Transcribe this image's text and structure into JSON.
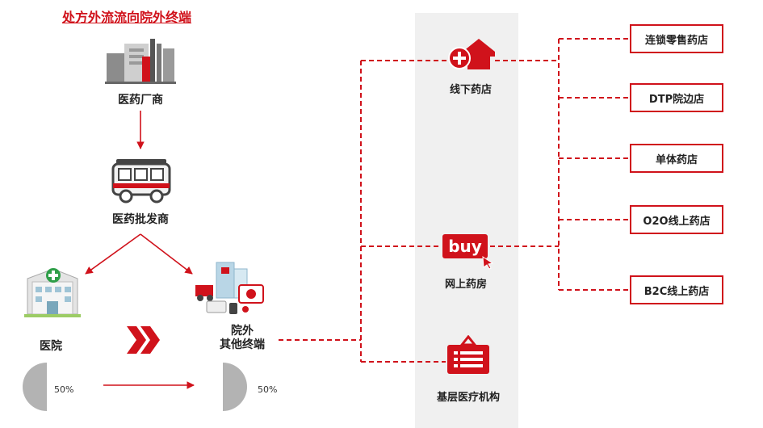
{
  "title": "处方外流流向院外终端",
  "nodes": {
    "manufacturer": "医药厂商",
    "wholesaler": "医药批发商",
    "hospital": "医院",
    "outside_terminal_line1": "院外",
    "outside_terminal_line2": "其他终端",
    "offline_pharmacy": "线下药店",
    "online_pharmacy": "网上药房",
    "primary_care": "基层医疗机构"
  },
  "buy_badge": "buy",
  "terminals": [
    "连锁零售药店",
    "DTP院边店",
    "单体药店",
    "O2O线上药店",
    "B2C线上药店"
  ],
  "percent_hospital": "50%",
  "percent_outside": "50%",
  "colors": {
    "accent": "#d0121b",
    "band": "#f0f0f0",
    "gray_half": "#b3b3b3"
  }
}
